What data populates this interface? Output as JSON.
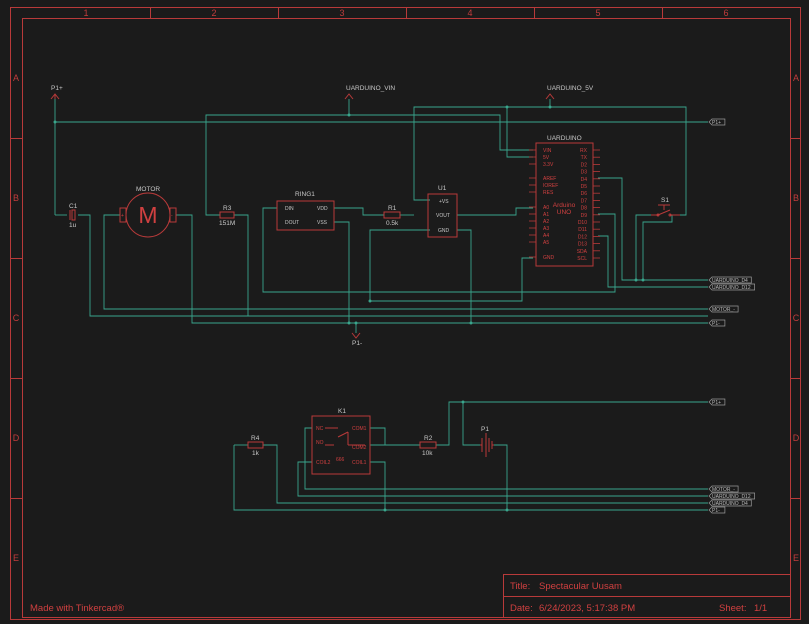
{
  "frame": {
    "columns": [
      "1",
      "2",
      "3",
      "4",
      "5",
      "6"
    ],
    "rows": [
      "A",
      "B",
      "C",
      "D",
      "E"
    ]
  },
  "footer": {
    "made_with": "Made with Tinkercad®",
    "title_label": "Title:",
    "title_value": "Spectacular Uusam",
    "date_label": "Date:",
    "date_value": "6/24/2023, 5:17:38 PM",
    "sheet_label": "Sheet:",
    "sheet_value": "1/1"
  },
  "supplies": {
    "p1_plus": "P1+",
    "uarduino_vin": "UARDUINO_VIN",
    "uarduino_5v": "UARDUINO_5V",
    "p1_minus": "P1-"
  },
  "components": {
    "c1": {
      "ref": "C1",
      "value": "1u"
    },
    "motor": {
      "ref": "MOTOR",
      "symbol": "M"
    },
    "r3": {
      "ref": "R3",
      "value": "151M"
    },
    "ring1": {
      "ref": "RING1",
      "pins": [
        "DIN",
        "DOUT",
        "VDD",
        "VSS"
      ]
    },
    "r1": {
      "ref": "R1",
      "value": "0.5k"
    },
    "u1": {
      "ref": "U1",
      "pins": [
        "+VS",
        "VOUT",
        "GND"
      ]
    },
    "uarduino": {
      "ref": "UARDUINO",
      "center1": "Arduino",
      "center2": "UNO",
      "left_pins": [
        "VIN",
        "5V",
        "3.3V",
        "AREF",
        "IOREF",
        "RES",
        "A0",
        "A1",
        "A2",
        "A3",
        "A4",
        "A5",
        "GND"
      ],
      "right_pins": [
        "RX",
        "TX",
        "D2",
        "D3",
        "D4",
        "D5",
        "D6",
        "D7",
        "D8",
        "D9",
        "D10",
        "D11",
        "D12",
        "D13",
        "SDA",
        "SCL"
      ]
    },
    "s1": {
      "ref": "S1"
    },
    "k1": {
      "ref": "K1",
      "pins": [
        "NC",
        "NO",
        "COIL2",
        "COM1",
        "COM2",
        "COIL1"
      ],
      "mark": "666"
    },
    "r4": {
      "ref": "R4",
      "value": "1k"
    },
    "r2": {
      "ref": "R2",
      "value": "10k"
    },
    "p1": {
      "ref": "P1"
    }
  },
  "net_labels": {
    "p1_plus_top": "P1+",
    "uarduino_d4": "UARDUINO_D4",
    "uarduino_d12": "UARDUINO_D12",
    "motor_minus": "MOTOR_-",
    "p1_minus": "P1-",
    "p1_plus_low": "P1+",
    "motor_minus_low": "MOTOR_-",
    "uarduino_d12_low": "UARDUINO_D12",
    "uarduino_d4_low": "UARDUINO_D4",
    "p1_minus_low": "P1-"
  }
}
